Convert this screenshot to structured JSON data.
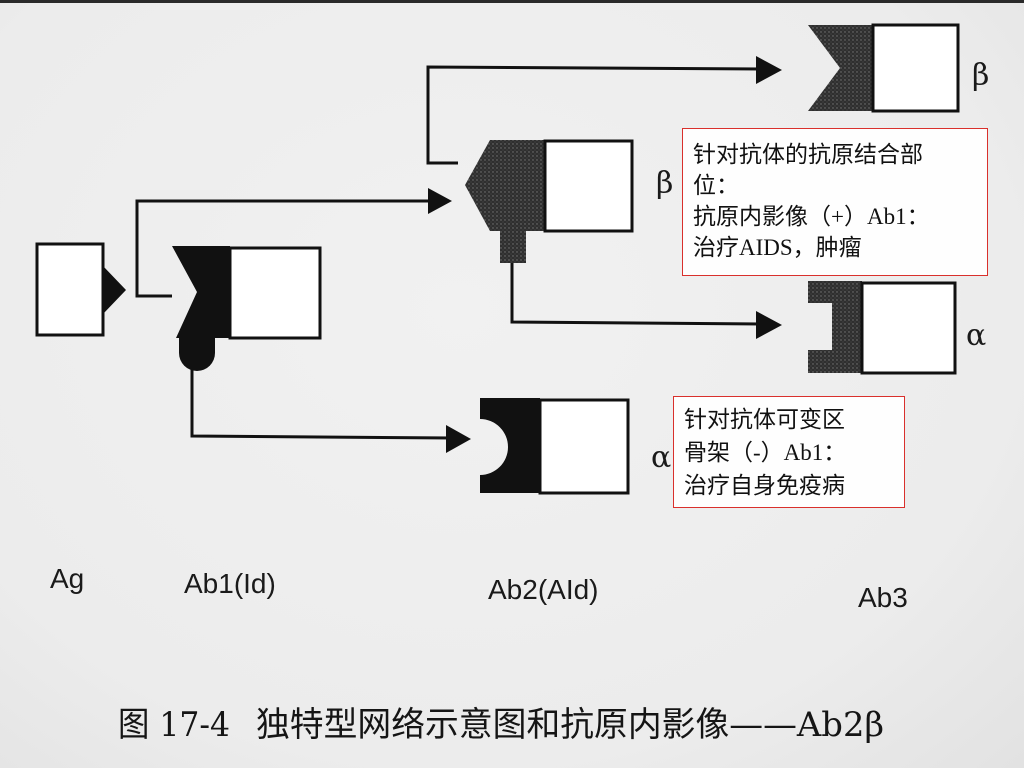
{
  "diagram": {
    "molecules": {
      "ag": "Ag",
      "ab1": "Ab1(Id)",
      "ab2": "Ab2(AId)",
      "ab3": "Ab3"
    },
    "greek": {
      "ab3_beta": "β",
      "ab2_beta": "β",
      "ab3_alpha": "α",
      "ab2_alpha": "α"
    },
    "note_internal_image": {
      "lines": [
        "针对抗体的抗原结合部",
        "位：",
        "抗原内影像（+）Ab1：",
        "治疗AIDS，肿瘤"
      ]
    },
    "note_framework": {
      "lines": [
        "针对抗体可变区",
        "骨架（-）Ab1：",
        "治疗自身免疫病"
      ]
    },
    "caption": {
      "figure_no": "图 17-4",
      "title": "独特型网络示意图和抗原内影像——Ab2β"
    }
  },
  "colors": {
    "background": "#ececec",
    "ink": "#111111",
    "stipple": "#2f2f2f",
    "note_border": "#d9302c"
  }
}
